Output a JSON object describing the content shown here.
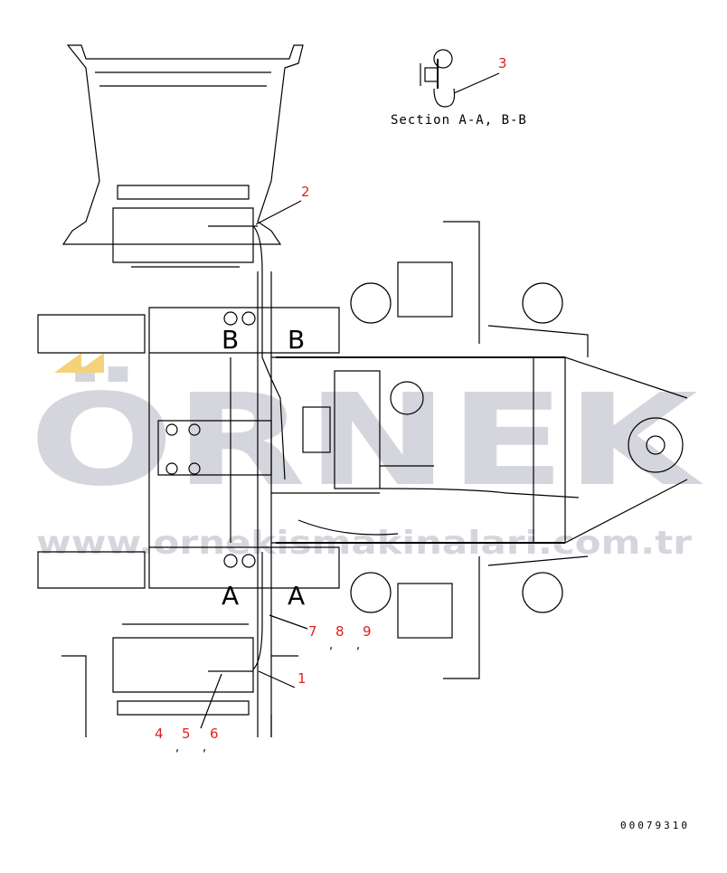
{
  "diagram": {
    "section_label": "Section A-A, B-B",
    "view_marks": {
      "a_left": "A",
      "a_right": "A",
      "b_left": "B",
      "b_right": "B"
    },
    "callouts": [
      "1",
      "2",
      "3",
      "4",
      "5",
      "6",
      "7",
      "8",
      "9"
    ],
    "separator": ",",
    "drawing_number": "00079310"
  },
  "watermark": {
    "brand": "ÖRNEK",
    "url": "www.ornekismakinalari.com.tr",
    "accent_color": "#f3d27a"
  },
  "colors": {
    "callout": "#e02020",
    "line": "#000000"
  }
}
